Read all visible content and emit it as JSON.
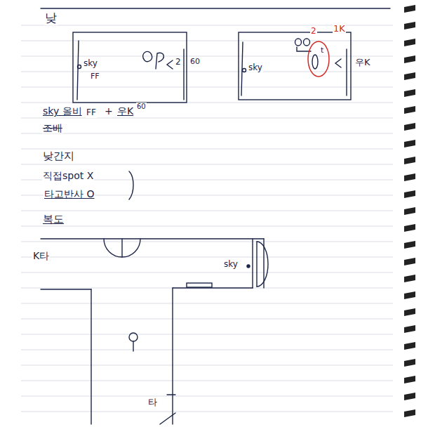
{
  "diagram": {
    "labels": [
      "낮",
      "sky",
      "FF",
      "2",
      "60",
      "2",
      "1K",
      "t",
      "sky",
      "우K",
      "sky 올비",
      "FF",
      "+",
      "우K",
      "60",
      "조배",
      "낮간지",
      "직접spot X",
      "타고반사 O",
      "복도",
      "K타",
      "sky",
      "타"
    ]
  }
}
